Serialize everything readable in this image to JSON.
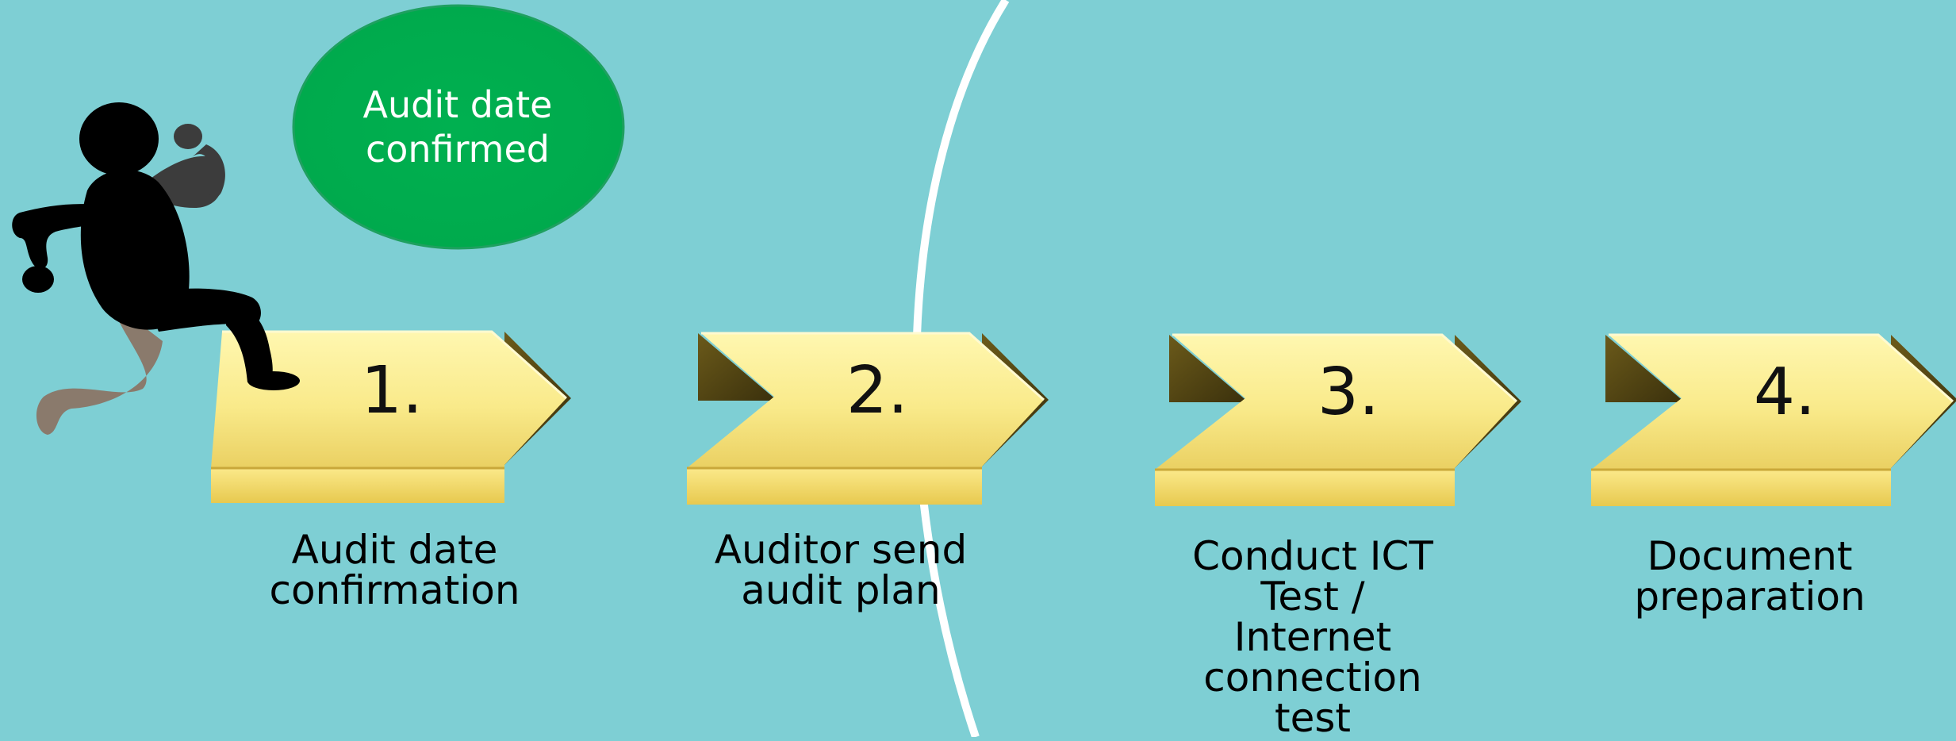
{
  "bubble": {
    "text": "Audit date\nconfirmed",
    "color": "#00b050"
  },
  "steps": [
    {
      "number": "1.",
      "caption": "Audit date\nconfirmation"
    },
    {
      "number": "2.",
      "caption": "Auditor send\naudit plan"
    },
    {
      "number": "3.",
      "caption": "Conduct ICT\nTest /\nInternet\nconnection\ntest"
    },
    {
      "number": "4.",
      "caption": "Document\npreparation"
    }
  ],
  "colors": {
    "background": "#7ecfd4",
    "arrow_top": "#f8ea8c",
    "arrow_front": "#f0da6a",
    "arrow_shadow": "#4a3f12",
    "divider_curve": "#ffffff",
    "runner_body": "#000000",
    "runner_far_arm": "#3c3c3c",
    "runner_far_leg": "#8a7a6c"
  },
  "icons": {
    "runner": "running-person-icon"
  }
}
